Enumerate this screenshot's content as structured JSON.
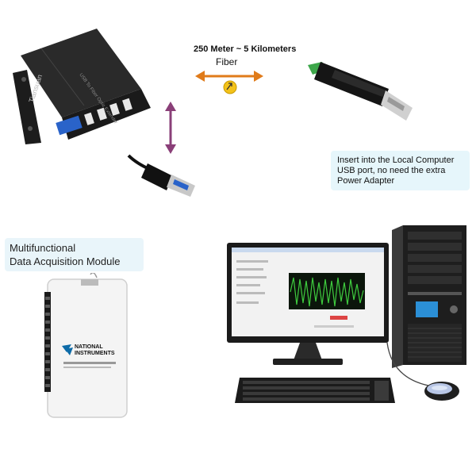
{
  "distance_label": "250 Meter ~ 5 Kilometers",
  "fiber_label": "Fiber",
  "local_usb_note": {
    "line1": "Insert into the Local Computer",
    "line2": "USB port,  no need the extra",
    "line3": "Power Adapter"
  },
  "daq_note": {
    "line1": "Multifunctional",
    "line2": "Data Acquisition Module"
  },
  "extender": {
    "brand": "Tiansuan",
    "model_text": "USB To Fiber Optic Extender"
  },
  "daq_device": {
    "brand_line1": "NATIONAL",
    "brand_line2": "INSTRUMENTS"
  },
  "colors": {
    "fiber_arrow": "#e07b1a",
    "usb_arrow": "#8a3f78",
    "fiber_badge": "#f3c21a",
    "signal_green": "#3ecb3e",
    "usb_blue": "#2a63c9",
    "callout_bg": "#e6f6fb"
  }
}
